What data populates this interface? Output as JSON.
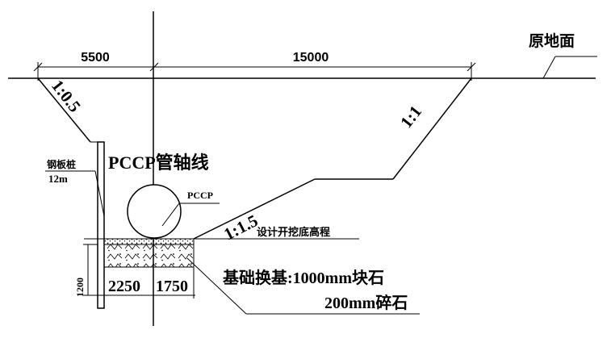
{
  "dimensions": {
    "left_width": "5500",
    "right_width": "15000",
    "depth": "1200",
    "base_left": "2250",
    "base_right": "1750"
  },
  "slopes": {
    "left": "1:0.5",
    "upper_right": "1:1",
    "lower_right": "1:1.5"
  },
  "labels": {
    "ground_line": "原地面",
    "pipe_axis": "PCCP管轴线",
    "pipe": "PCCP",
    "sheet_pile": "钢板桩",
    "sheet_pile_length": "12m",
    "excavation_elevation": "设计开挖底高程",
    "foundation_line1": "基础换基:1000mm块石",
    "foundation_line2": "200mm碎石"
  }
}
